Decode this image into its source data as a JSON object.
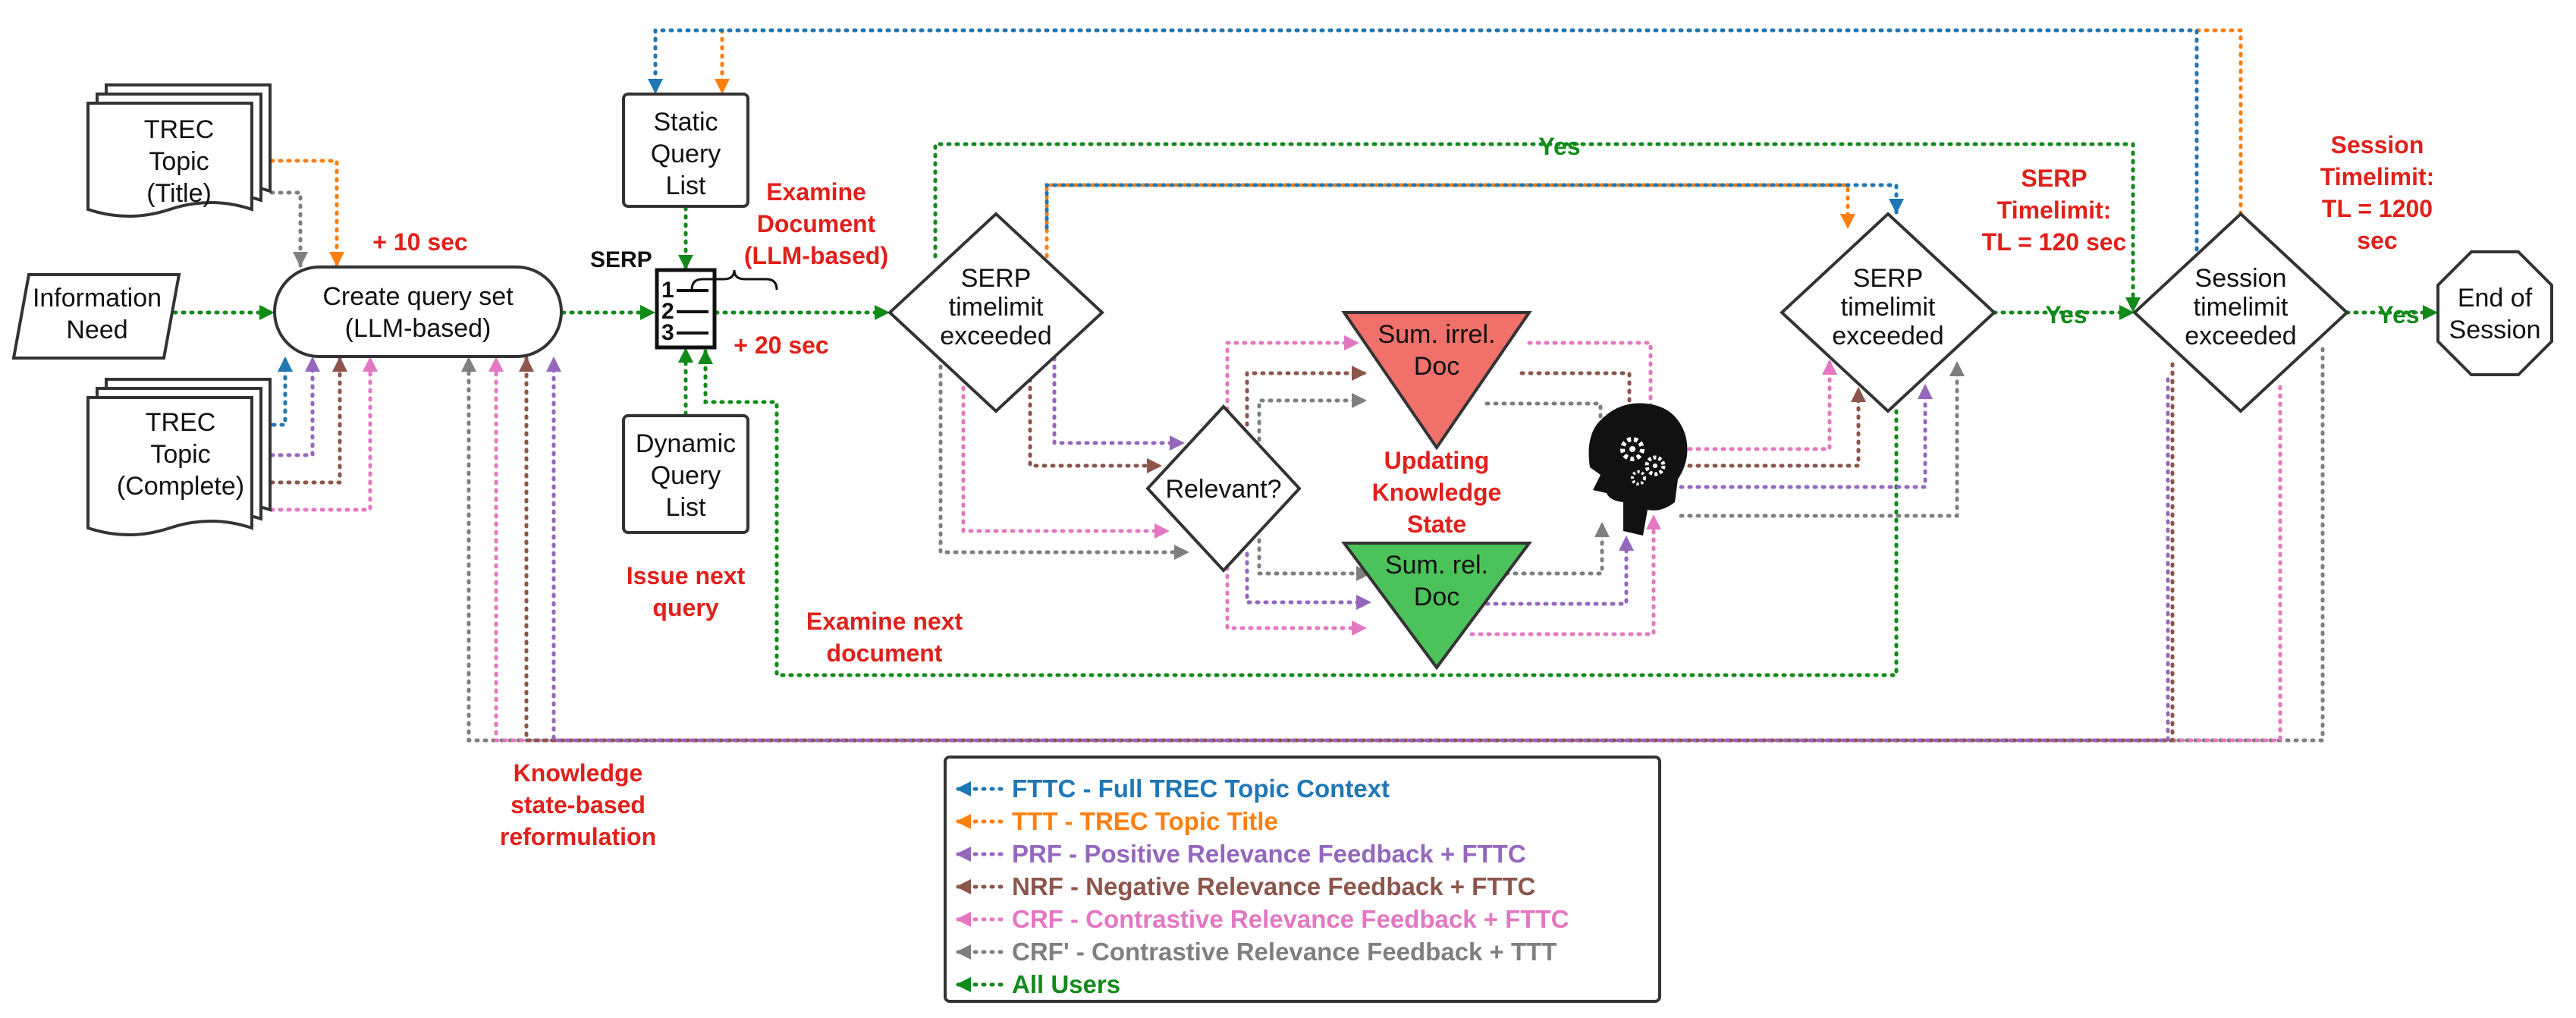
{
  "colors": {
    "fttc": "#1f77b4",
    "ttt": "#ff7f0e",
    "prf": "#9467bd",
    "nrf": "#8c564b",
    "crf": "#e377c2",
    "crf_prime": "#7f7f7f",
    "all": "#118a1a",
    "label_red": "#e0201a",
    "irrel_fill": "#f0706a",
    "rel_fill": "#4cc25a"
  },
  "nodes": {
    "trec_title": [
      "TREC",
      "Topic",
      "(Title)"
    ],
    "info_need": [
      "Information",
      "Need"
    ],
    "trec_complete": [
      "TREC",
      "Topic",
      "(Complete)"
    ],
    "create_query": [
      "Create query set",
      "(LLM-based)"
    ],
    "static_query": [
      "Static",
      "Query",
      "List"
    ],
    "dynamic_query": [
      "Dynamic",
      "Query",
      "List"
    ],
    "serp_label": "SERP",
    "serp_items": [
      "1",
      "2",
      "3"
    ],
    "serp_timelimit_1": [
      "SERP",
      "timelimit",
      "exceeded"
    ],
    "relevant": "Relevant?",
    "sum_irrel": [
      "Sum.  irrel.",
      "Doc"
    ],
    "sum_rel": [
      "Sum.  rel.",
      "Doc"
    ],
    "serp_timelimit_2": [
      "SERP",
      "timelimit",
      "exceeded"
    ],
    "session_timelimit": [
      "Session",
      "timelimit",
      "exceeded"
    ],
    "end_session": [
      "End of",
      "Session"
    ]
  },
  "labels": {
    "plus10": "+ 10 sec",
    "plus20": "+  20 sec",
    "examine_doc": [
      "Examine",
      "Document",
      "(LLM-based)"
    ],
    "issue_next": [
      "Issue next",
      "query"
    ],
    "examine_next": [
      "Examine next",
      "document"
    ],
    "updating": [
      "Updating",
      "Knowledge",
      "State"
    ],
    "knowledge_reform": [
      "Knowledge",
      "state-based",
      "reformulation"
    ],
    "serp_tl": [
      "SERP",
      "Timelimit:",
      "TL = 120 sec"
    ],
    "session_tl": [
      "Session",
      "Timelimit:",
      "TL = 1200",
      "sec"
    ],
    "yes_top": "Yes",
    "yes_serp": "Yes",
    "yes_session": "Yes"
  },
  "legend": [
    {
      "key": "fttc",
      "text": "FTTC - Full TREC Topic Context"
    },
    {
      "key": "ttt",
      "text": "TTT - TREC Topic Title"
    },
    {
      "key": "prf",
      "text": "PRF - Positive Relevance Feedback + FTTC"
    },
    {
      "key": "nrf",
      "text": "NRF - Negative Relevance Feedback + FTTC"
    },
    {
      "key": "crf",
      "text": "CRF -  Contrastive Relevance Feedback + FTTC"
    },
    {
      "key": "crf_prime",
      "text": "CRF' - Contrastive Relevance Feedback  + TTT"
    },
    {
      "key": "all",
      "text": "All Users"
    }
  ],
  "icons": {
    "head": "head-with-gears-icon",
    "serp_doc": "serp-document-icon"
  }
}
